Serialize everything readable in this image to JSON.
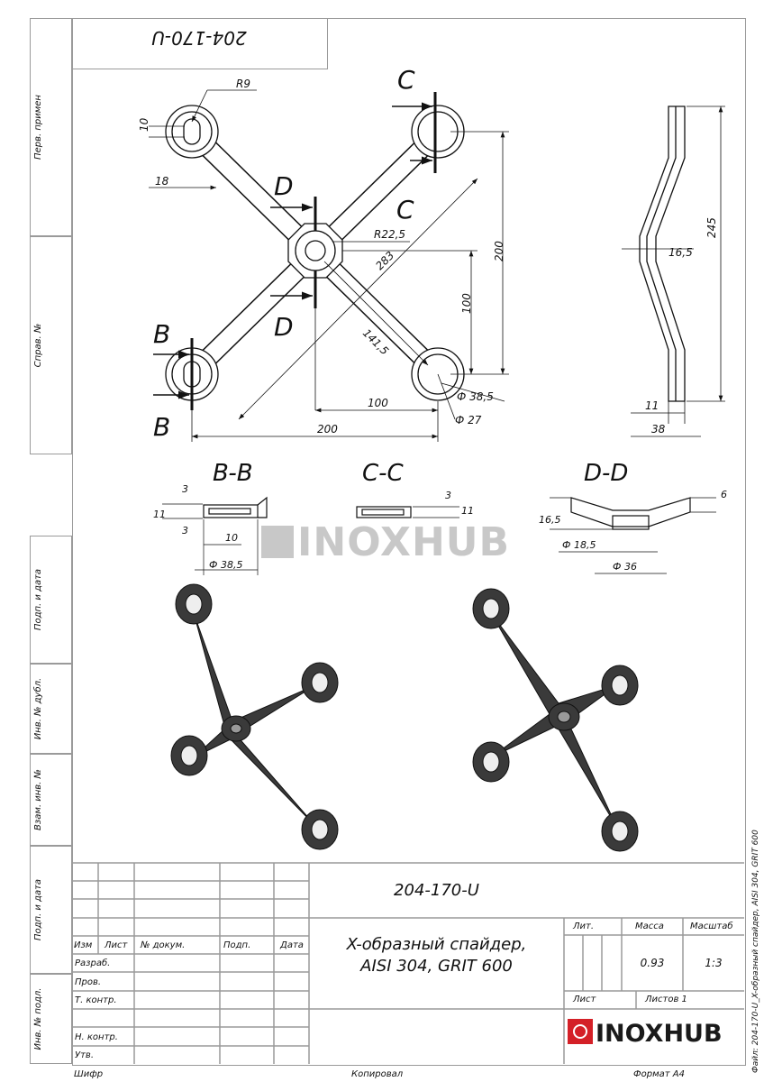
{
  "drawing_number": "204-170-U",
  "title_line1": "X-образный спайдер,",
  "title_line2": "AISI 304, GRIT 600",
  "side_labels": [
    "Перв. примен",
    "Справ. №",
    "Подп. и дата",
    "Инв. № дубл.",
    "Взам. инв. №",
    "Подп. и дата",
    "Инв. № подл."
  ],
  "dimensions": {
    "r9": "R9",
    "d10": "10",
    "d18": "18",
    "r225": "R22,5",
    "d283": "283",
    "d200v": "200",
    "d100v": "100",
    "d1415": "141,5",
    "d385": "Ф 38,5",
    "d27": "Ф 27",
    "d100h": "100",
    "d200h": "200",
    "d165": "16,5",
    "d245": "245",
    "d11": "11",
    "d38": "38"
  },
  "section_marks": {
    "c": "C",
    "d": "D",
    "b": "B"
  },
  "sections": {
    "bb": {
      "label": "B-B",
      "d11": "11",
      "d3a": "3",
      "d3b": "3",
      "d10": "10",
      "d385": "Ф 38,5"
    },
    "cc": {
      "label": "C-C",
      "d3": "3",
      "d11": "11"
    },
    "dd": {
      "label": "D-D",
      "d6": "6",
      "d165": "16,5",
      "d185": "Ф 18,5",
      "d36": "Ф 36"
    }
  },
  "watermark": "INOXHUB",
  "title_block": {
    "headers": {
      "izm": "Изм",
      "list": "Лист",
      "doc": "№ докум.",
      "sign": "Подп.",
      "date": "Дата"
    },
    "roles": [
      "Разраб.",
      "Пров.",
      "Т. контр.",
      "",
      "Н. контр.",
      "Утв."
    ],
    "lit_label": "Лит.",
    "mass_label": "Масса",
    "scale_label": "Масштаб",
    "mass": "0.93",
    "scale": "1:3",
    "sheet_label": "Лист",
    "sheets_label": "Листов 1",
    "logo_text": "INOXHUB"
  },
  "footer": {
    "cipher": "Шифр",
    "copied": "Копировал",
    "format": "Формат А4"
  },
  "file_label": "Файл: 204-170-U_X-образный спайдер, AISI 304, GRIT 600",
  "colors": {
    "frame": "#9a9a9a",
    "logo_red": "#d42027",
    "metal": "#3a3a3a"
  }
}
